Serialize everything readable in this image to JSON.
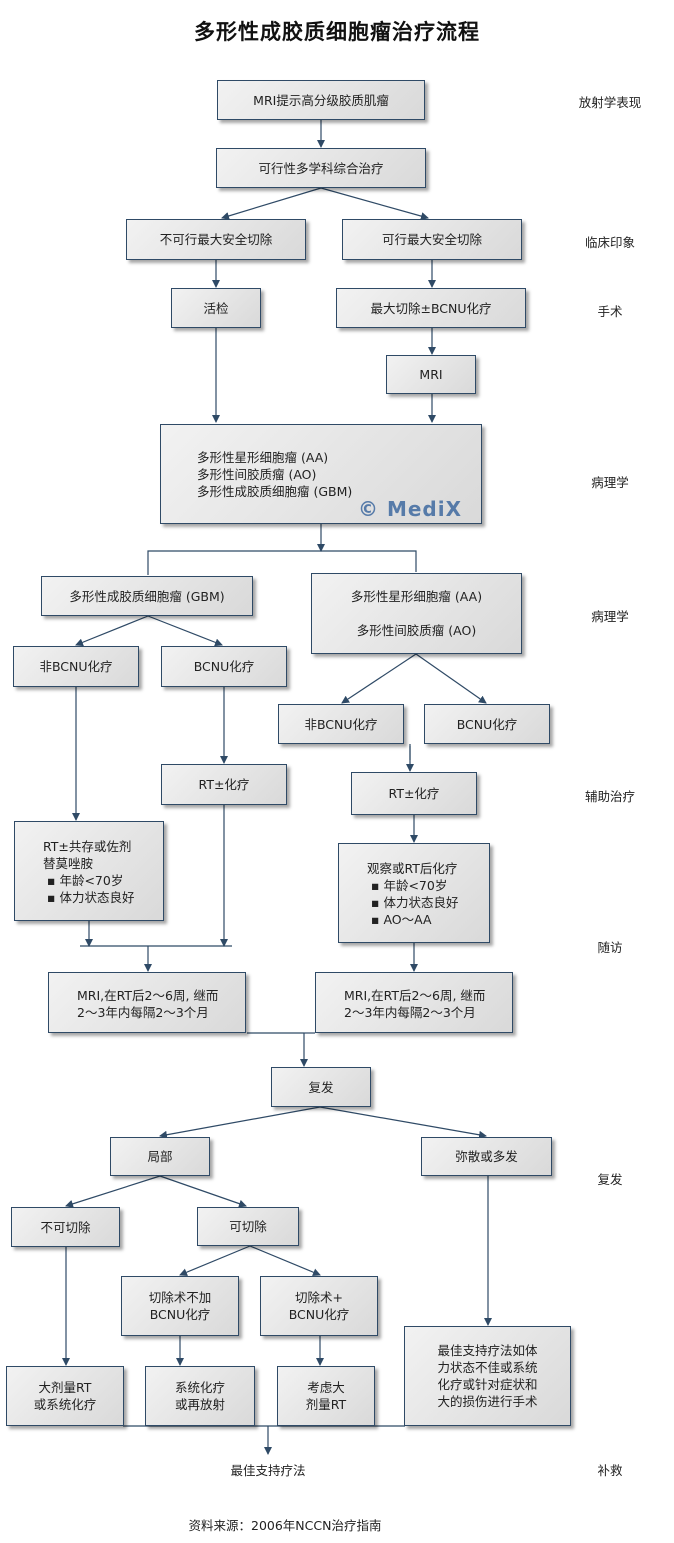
{
  "title": "多形性成胶质细胞瘤治疗流程",
  "side_labels": [
    "放射学表现",
    "临床印象",
    "手术",
    "病理学",
    "病理学",
    "辅助治疗",
    "随访",
    "复发",
    "补救"
  ],
  "watermark": "© MediX",
  "boxes": {
    "mri_high_grade": "MRI提示高分级胶质肌瘤",
    "feasible_mdt": "可行性多学科综合治疗",
    "not_resectable": "不可行最大安全切除",
    "resectable": "可行最大安全切除",
    "biopsy": "活检",
    "max_resection": "最大切除±BCNU化疗",
    "mri": "MRI",
    "pathology": [
      "多形性星形细胞瘤 (AA)",
      "多形性间胶质瘤 (AO)",
      "多形性成胶质细胞瘤 (GBM)"
    ],
    "gbm": "多形性成胶质细胞瘤 (GBM)",
    "aa_ao": [
      "多形性星形细胞瘤 (AA)",
      "多形性间胶质瘤 (AO)"
    ],
    "left_non_bcnu": "非BCNU化疗",
    "left_bcnu": "BCNU化疗",
    "right_non_bcnu": "非BCNU化疗",
    "right_bcnu": "BCNU化疗",
    "left_rt_chemo": "RT±化疗",
    "right_rt_chemo": "RT±化疗",
    "rt_temozolomide": {
      "lines": [
        "RT±共存或佐剂",
        "替莫唑胺"
      ],
      "bullets": [
        "年龄<70岁",
        "体力状态良好"
      ]
    },
    "observe": {
      "lines": [
        "观察或RT后化疗"
      ],
      "bullets": [
        "年龄<70岁",
        "体力状态良好",
        "AO～AA"
      ]
    },
    "left_followup": [
      "MRI,在RT后2～6周, 继而",
      "2～3年内每隔2～3个月"
    ],
    "right_followup": [
      "MRI,在RT后2～6周, 继而",
      "2～3年内每隔2～3个月"
    ],
    "recurrence": "复发",
    "local": "局部",
    "diffuse": "弥散或多发",
    "unresectable": "不可切除",
    "resectable2": "可切除",
    "resect_no_bcnu": [
      "切除术不加",
      "BCNU化疗"
    ],
    "resect_bcnu": [
      "切除术+",
      "BCNU化疗"
    ],
    "high_dose_rt": [
      "大剂量RT",
      "或系统化疗"
    ],
    "systemic": [
      "系统化疗",
      "或再放射"
    ],
    "consider_rt": [
      "考虑大",
      "剂量RT"
    ],
    "best_support_box": [
      "最佳支持疗法如体",
      "力状态不佳或系统",
      "化疗或针对症状和",
      "大的损伤进行手术"
    ]
  },
  "best_support": "最佳支持疗法",
  "source": "资料来源：2006年NCCN治疗指南"
}
